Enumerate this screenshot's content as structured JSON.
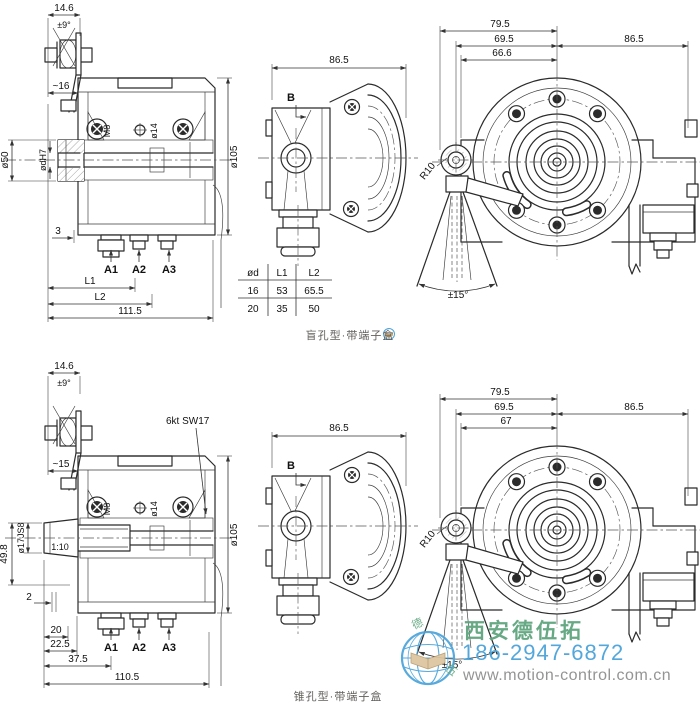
{
  "captions": {
    "top": "盲孔型·带端子盒",
    "bottom": "锥孔型·带端子盒"
  },
  "colors": {
    "line": "#2b2b2b",
    "logo_green": "#5fa57e",
    "logo_blue": "#4aa3da",
    "site_gray": "#8f8f8f"
  },
  "top_left": {
    "dim_coupling_width": "14.6",
    "dim_coupling_angle": "±9°",
    "dim_plate_offset": "~16",
    "dim_collar": "ø50",
    "dim_bore": "ødH7",
    "dim_thread": "M8",
    "dim_hole": "ø14",
    "dim_housing": "ø105",
    "dim_face_offset": "3",
    "conn1": "A1",
    "conn2": "A2",
    "conn3": "A3",
    "dim_l1": "L1",
    "dim_l2": "L2",
    "dim_total": "111.5"
  },
  "bore_table": {
    "headers": [
      "ød",
      "L1",
      "L2"
    ],
    "rows": [
      [
        "16",
        "53",
        "65.5"
      ],
      [
        "20",
        "35",
        "50"
      ]
    ]
  },
  "top_middle": {
    "dim_width": "86.5",
    "view_label": "B"
  },
  "top_right": {
    "dim_79_5": "79.5",
    "dim_69_5": "69.5",
    "dim_66_6": "66.6",
    "dim_86_5": "86.5",
    "radius": "R10",
    "swing": "±15°"
  },
  "bottom_left": {
    "dim_coupling_width": "14.6",
    "dim_coupling_angle": "±9°",
    "dim_plate_offset": "~15",
    "hex_label": "6kt SW17",
    "dim_height": "49.8",
    "dim_shaft": "ø17JS8",
    "taper": "1:10",
    "dim_thread": "M8",
    "dim_hole": "ø14",
    "dim_housing": "ø105",
    "dim_2": "2",
    "dim_20": "20",
    "dim_22_5": "22.5",
    "dim_37_5": "37.5",
    "dim_total": "110.5",
    "conn1": "A1",
    "conn2": "A2",
    "conn3": "A3"
  },
  "bottom_middle": {
    "dim_width": "86.5",
    "view_label": "B"
  },
  "bottom_right": {
    "dim_79_5": "79.5",
    "dim_69_5": "69.5",
    "dim_67": "67",
    "dim_86_5": "86.5",
    "radius": "R10",
    "swing": "±15°"
  },
  "watermark": {
    "company": "西安德伍拓",
    "phone": "186-2947-6872",
    "website": "www.motion-control.com.cn",
    "logo_char_1": "德",
    "logo_char_2": "伍"
  }
}
